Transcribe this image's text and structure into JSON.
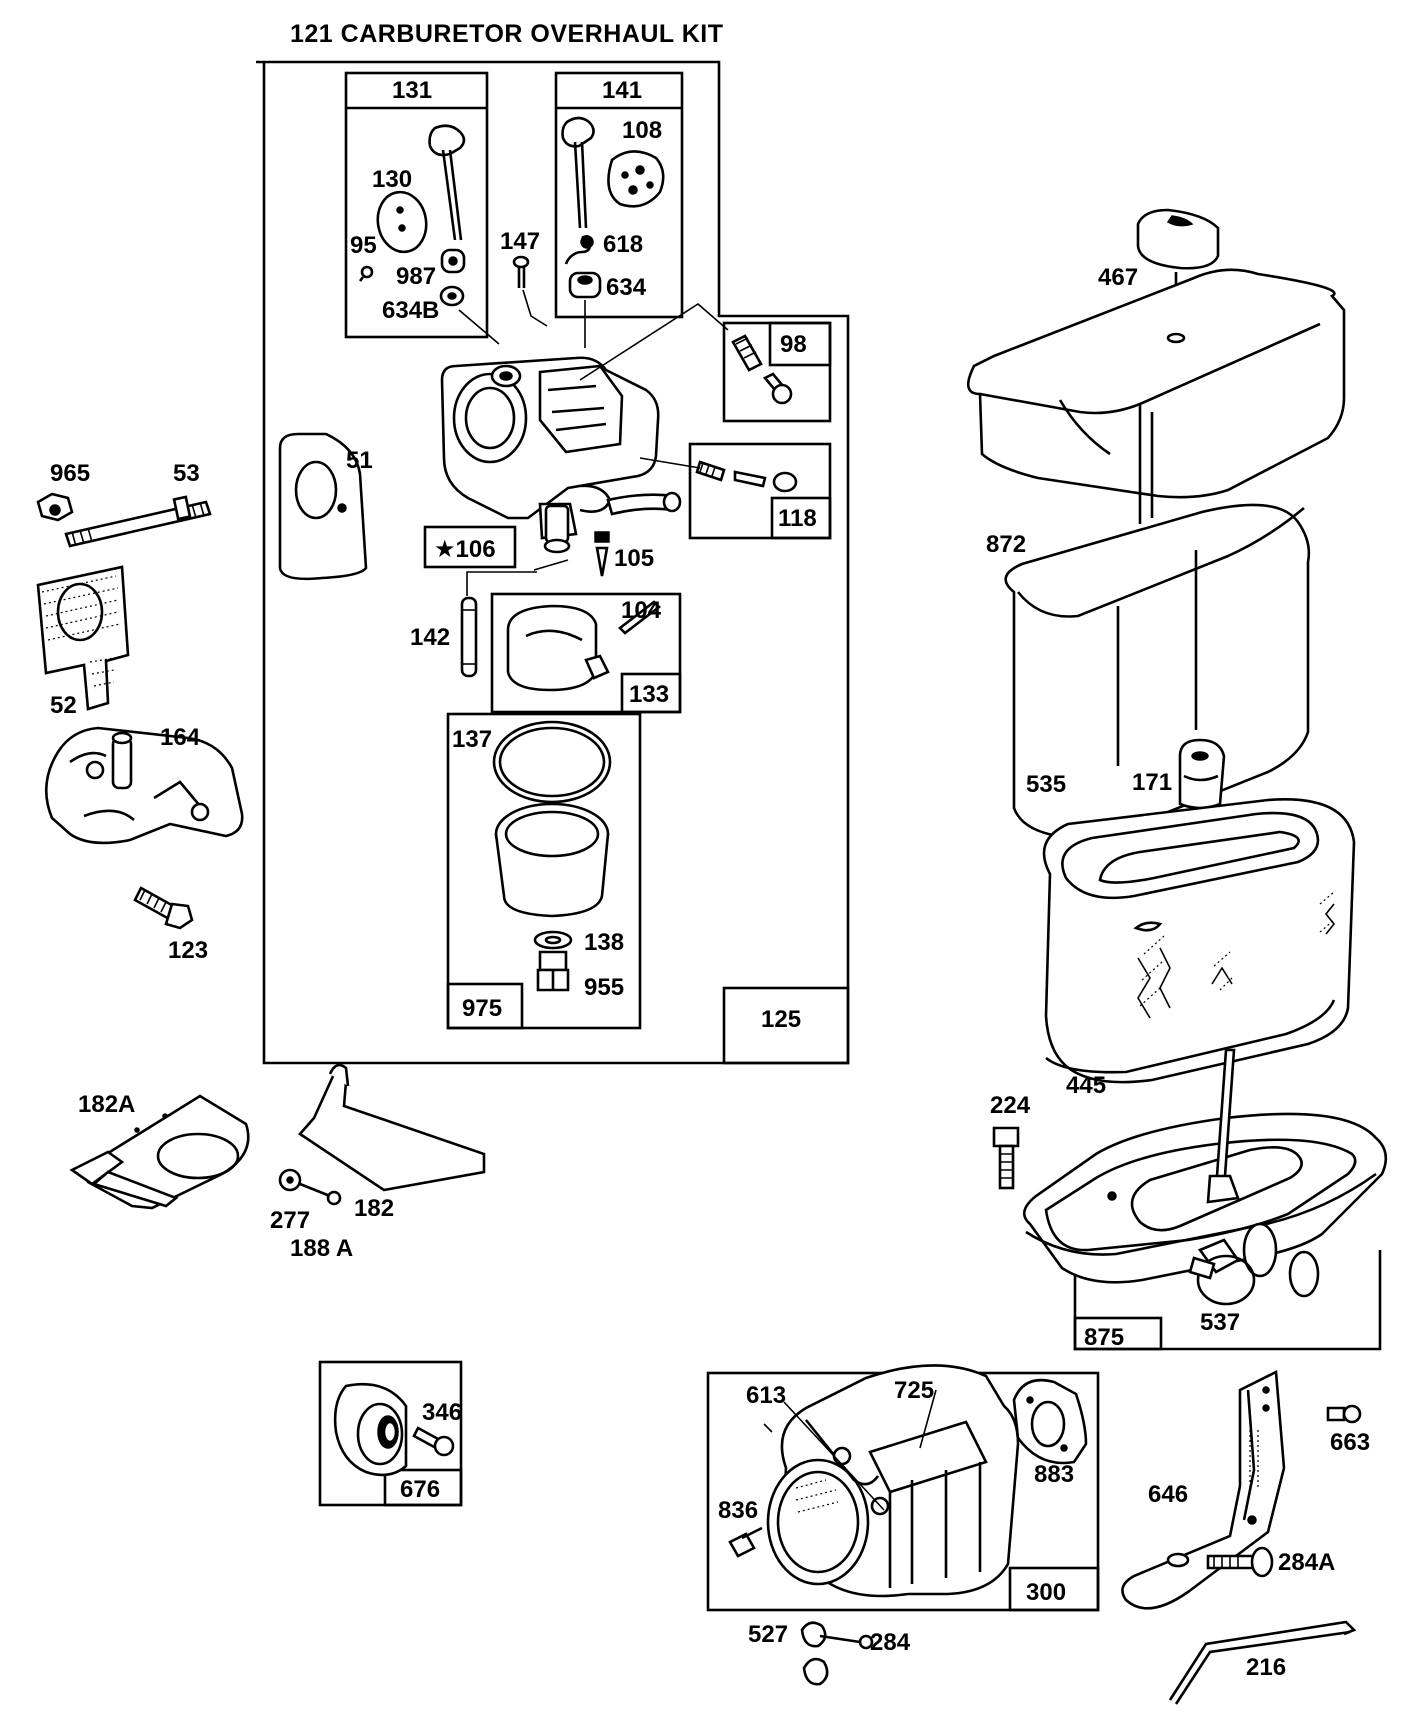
{
  "title": "121 CARBURETOR OVERHAUL KIT",
  "labels": {
    "l131": "131",
    "l141": "141",
    "l108": "108",
    "l130": "130",
    "l95": "95",
    "l987": "987",
    "l634b": "634B",
    "l147": "147",
    "l618": "618",
    "l634": "634",
    "l98": "98",
    "l467": "467",
    "l965": "965",
    "l53": "53",
    "l51": "51",
    "l118": "118",
    "l106": "106",
    "l105": "105",
    "l142": "142",
    "l104": "104",
    "l133": "133",
    "l52": "52",
    "l164": "164",
    "l137": "137",
    "l872": "872",
    "l535": "535",
    "l171": "171",
    "l123": "123",
    "l138": "138",
    "l955": "955",
    "l975": "975",
    "l125": "125",
    "l445": "445",
    "l182a": "182A",
    "l224": "224",
    "l277": "277",
    "l182": "182",
    "l188a": "188 A",
    "l875": "875",
    "l537": "537",
    "l346": "346",
    "l676": "676",
    "l613": "613",
    "l725": "725",
    "l883": "883",
    "l663": "663",
    "l646": "646",
    "l836": "836",
    "l284a": "284A",
    "l300": "300",
    "l527": "527",
    "l284": "284",
    "l216": "216"
  }
}
